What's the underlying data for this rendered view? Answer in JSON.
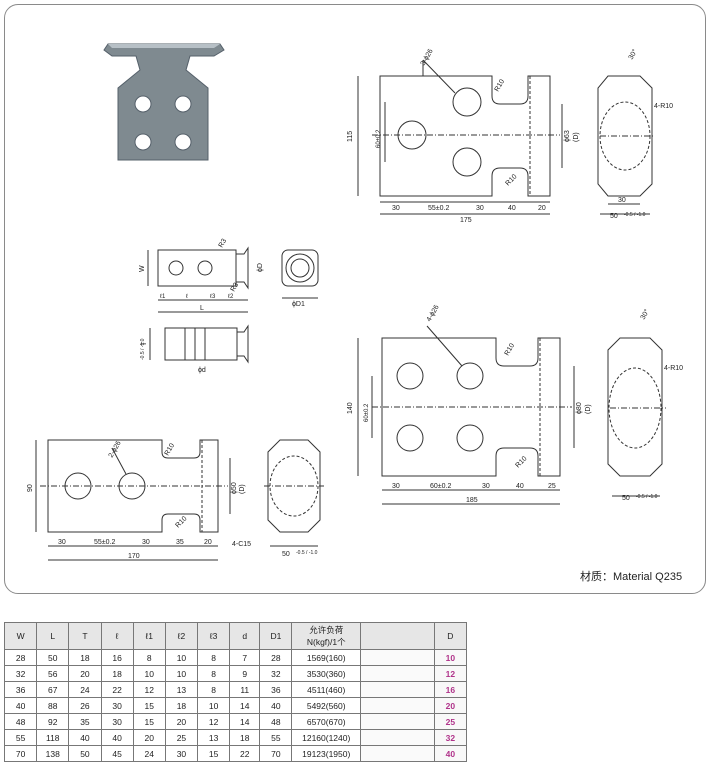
{
  "material": "材质：Material  Q235",
  "drawing_labels": {
    "top_big": {
      "hole": "3-ϕ26",
      "r_top": "R10",
      "r_bot": "R10",
      "height": "115",
      "pitch_v": "60±0.2",
      "dia": "ϕ63",
      "d": "(D)",
      "dims": [
        "30",
        "55±0.2",
        "30",
        "40",
        "20"
      ],
      "total": "175",
      "side_r": "4-R10",
      "angle": "30°",
      "side_w1": "30",
      "side_w2": "50",
      "tol": "-0.5 / -1.0"
    },
    "small": {
      "w": "W",
      "r1": "R3",
      "r2": "R3",
      "d": "ϕD",
      "l1": "ℓ1",
      "l": "ℓ",
      "l3": "ℓ3",
      "l2": "ℓ2",
      "L": "L",
      "d1": "ϕD1",
      "T": "T",
      "tol": "-0.5 / -1.0",
      "dd": "ϕd"
    },
    "mid_right": {
      "hole": "4-ϕ26",
      "r_top": "R10",
      "r_bot": "R10",
      "height": "140",
      "pitch_v": "60±0.2",
      "dia": "ϕ80",
      "d": "(D)",
      "dims": [
        "30",
        "60±0.2",
        "30",
        "40",
        "25"
      ],
      "total": "185",
      "side_r": "4-R10",
      "angle": "30°",
      "side_w": "50",
      "tol": "-0.5 / -1.0"
    },
    "bottom_left": {
      "hole": "2-ϕ26",
      "r_top": "R10",
      "r_bot": "R10",
      "height": "90",
      "dia": "ϕ50",
      "d": "(D)",
      "dims": [
        "30",
        "55±0.2",
        "30",
        "35",
        "20"
      ],
      "total": "170",
      "chamfer": "4-C15",
      "side_w": "50",
      "tol": "-0.5 / -1.0"
    }
  },
  "table": {
    "headers": [
      "W",
      "L",
      "T",
      "ℓ",
      "ℓ1",
      "ℓ2",
      "ℓ3",
      "d",
      "D1",
      "允许负荷\nN(kgf)/1个",
      "",
      "D"
    ],
    "rows": [
      [
        "28",
        "50",
        "18",
        "16",
        "8",
        "10",
        "8",
        "7",
        "28",
        "1569(160)",
        "",
        "10"
      ],
      [
        "32",
        "56",
        "20",
        "18",
        "10",
        "10",
        "8",
        "9",
        "32",
        "3530(360)",
        "",
        "12"
      ],
      [
        "36",
        "67",
        "24",
        "22",
        "12",
        "13",
        "8",
        "11",
        "36",
        "4511(460)",
        "",
        "16"
      ],
      [
        "40",
        "88",
        "26",
        "30",
        "15",
        "18",
        "10",
        "14",
        "40",
        "5492(560)",
        "",
        "20"
      ],
      [
        "48",
        "92",
        "35",
        "30",
        "15",
        "20",
        "12",
        "14",
        "48",
        "6570(670)",
        "",
        "25"
      ],
      [
        "55",
        "118",
        "40",
        "40",
        "20",
        "25",
        "13",
        "18",
        "55",
        "12160(1240)",
        "",
        "32"
      ],
      [
        "70",
        "138",
        "50",
        "45",
        "24",
        "30",
        "15",
        "22",
        "70",
        "19123(1950)",
        "",
        "40"
      ]
    ]
  },
  "colors": {
    "line": "#333333",
    "d_column": "#b0338a",
    "photo": "#7f8a90"
  }
}
